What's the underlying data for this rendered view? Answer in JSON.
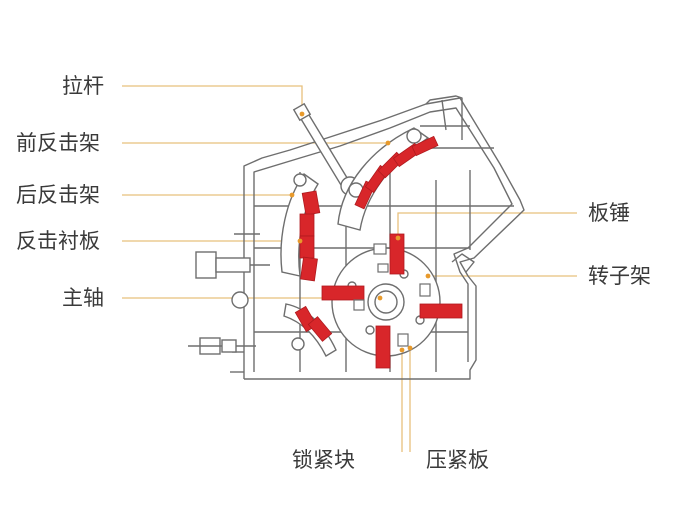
{
  "colors": {
    "line": "#6e6e6e",
    "leader": "#e8c07c",
    "hammer": "#d8262a",
    "dot": "#e89a2c",
    "text": "#3a3a3a"
  },
  "labels": {
    "lagan": "拉杆",
    "qian_fanjijia": "前反击架",
    "hou_fanjijia": "后反击架",
    "fanji_chenban": "反击衬板",
    "zhuzhou": "主轴",
    "banchui": "板锤",
    "zhuanzijia": "转子架",
    "suojinkuai": "锁紧块",
    "yajinban": "压紧板"
  }
}
